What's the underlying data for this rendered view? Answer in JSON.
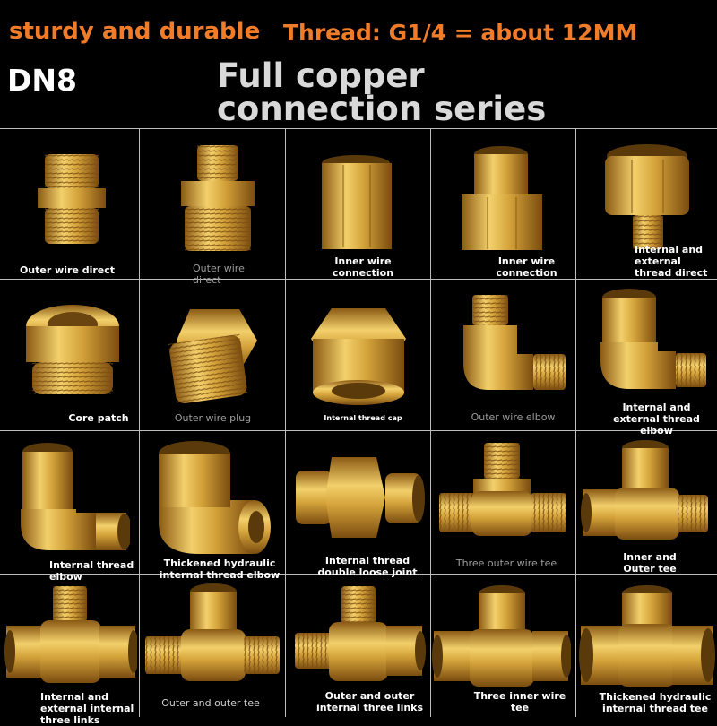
{
  "header": {
    "tagline": "sturdy and durable",
    "thread_spec": "Thread: G1/4 = about 12MM",
    "size": "DN8",
    "series_title": "Full copper connection series"
  },
  "colors": {
    "accent": "#f07c2a",
    "brass_light": "#f3d06b",
    "brass_mid": "#d4a23a",
    "brass_dark": "#8a5a14",
    "grid_line": "#bdbdbd"
  },
  "products": [
    {
      "label": "Outer wire direct",
      "icon": "hex-nipple"
    },
    {
      "label": "Outer wire direct",
      "icon": "reducing-hex-nipple"
    },
    {
      "label": "Inner wire connection",
      "icon": "hex-coupling"
    },
    {
      "label": "Inner wire connection",
      "icon": "reducing-coupling"
    },
    {
      "label": "Internal and external thread direct",
      "icon": "female-male-adapter"
    },
    {
      "label": "Core patch",
      "icon": "hex-bushing"
    },
    {
      "label": "Outer wire plug",
      "icon": "hex-plug"
    },
    {
      "label": "Internal thread cap",
      "icon": "hex-cap"
    },
    {
      "label": "Outer wire elbow",
      "icon": "male-elbow"
    },
    {
      "label": "Internal and external thread elbow",
      "icon": "female-male-elbow"
    },
    {
      "label": "Internal thread elbow",
      "icon": "female-elbow"
    },
    {
      "label": "Thickened hydraulic internal thread elbow",
      "icon": "heavy-female-elbow"
    },
    {
      "label": "Internal thread double loose joint",
      "icon": "union"
    },
    {
      "label": "Three outer wire tee",
      "icon": "male-tee"
    },
    {
      "label": "Inner and Outer tee",
      "icon": "female-male-tee"
    },
    {
      "label": "Internal and external internal three links",
      "icon": "mixed-tee"
    },
    {
      "label": "Outer and outer tee",
      "icon": "male-male-tee"
    },
    {
      "label": "Outer and outer internal three links",
      "icon": "male-branch-tee"
    },
    {
      "label": "Three inner wire tee",
      "icon": "female-tee"
    },
    {
      "label": "Thickened hydraulic internal thread tee",
      "icon": "heavy-female-tee"
    }
  ]
}
